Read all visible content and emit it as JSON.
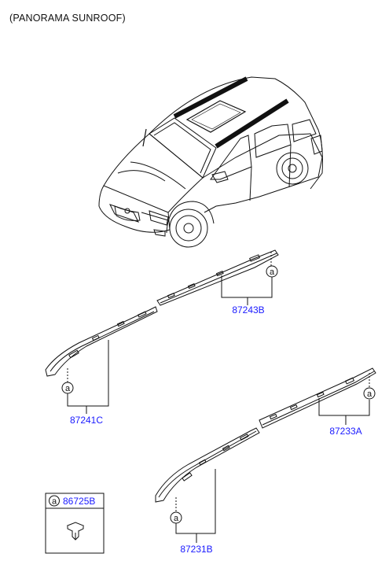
{
  "header": {
    "title": "(PANORAMA SUNROOF)"
  },
  "callout_symbol": "a",
  "parts": [
    {
      "id": "p87243B",
      "number": "87243B"
    },
    {
      "id": "p87241C",
      "number": "87241C"
    },
    {
      "id": "p87233A",
      "number": "87233A"
    },
    {
      "id": "p87231B",
      "number": "87231B"
    }
  ],
  "legend": {
    "symbol": "a",
    "number": "86725B",
    "icon": "clip-icon"
  },
  "colors": {
    "part_number": "#1a1aff",
    "line": "#111111"
  }
}
